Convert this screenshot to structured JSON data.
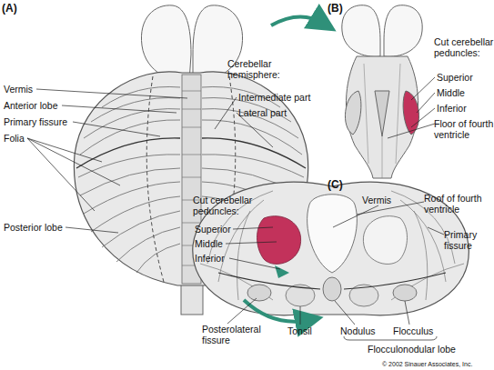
{
  "diagram": {
    "labels": [
      "(A)",
      "Vermis",
      "Anterior lobe",
      "Primary fissure",
      "Folia",
      "Posterior lobe",
      "Cerebellar hemisphere:",
      "Intermediate part",
      "Lateral part",
      "(B)",
      "Cut cerebellar peduncles:",
      "Superior",
      "Middle",
      "Inferior",
      "Floor of fourth ventricle",
      "(C)",
      "Cut cerebellar peduncles:",
      "Superior",
      "Middle",
      "Inferior",
      "Vermis",
      "Roof of fourth ventricle",
      "Primary fissure",
      "Posterolateral fissure",
      "Tonsil",
      "Nodulus",
      "Flocculus",
      "Flocculonodular lobe",
      "© 2002 Sinauer Associates, Inc."
    ]
  }
}
